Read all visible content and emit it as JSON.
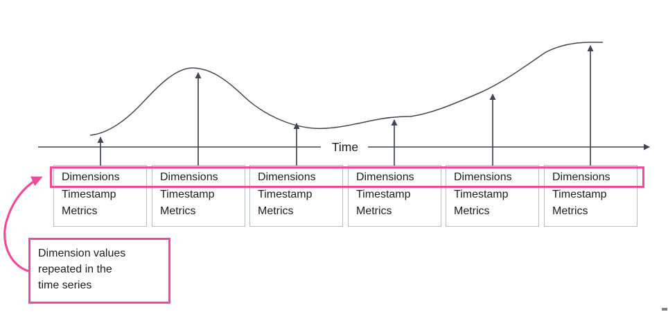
{
  "colors": {
    "accent_pink": "#ef4b98",
    "line_ink": "#3f4551",
    "box_border": "#b8bcc6",
    "text_ink": "#1c1c1c"
  },
  "timeline": {
    "axis_label": "Time"
  },
  "record_boxes": [
    {
      "lines": [
        "Dimensions",
        "Timestamp",
        "Metrics"
      ]
    },
    {
      "lines": [
        "Dimensions",
        "Timestamp",
        "Metrics"
      ]
    },
    {
      "lines": [
        "Dimensions",
        "Timestamp",
        "Metrics"
      ]
    },
    {
      "lines": [
        "Dimensions",
        "Timestamp",
        "Metrics"
      ]
    },
    {
      "lines": [
        "Dimensions",
        "Timestamp",
        "Metrics"
      ]
    },
    {
      "lines": [
        "Dimensions",
        "Timestamp",
        "Metrics"
      ]
    }
  ],
  "callout": {
    "lines": [
      "Dimension values",
      "repeated in the",
      "time series"
    ]
  }
}
